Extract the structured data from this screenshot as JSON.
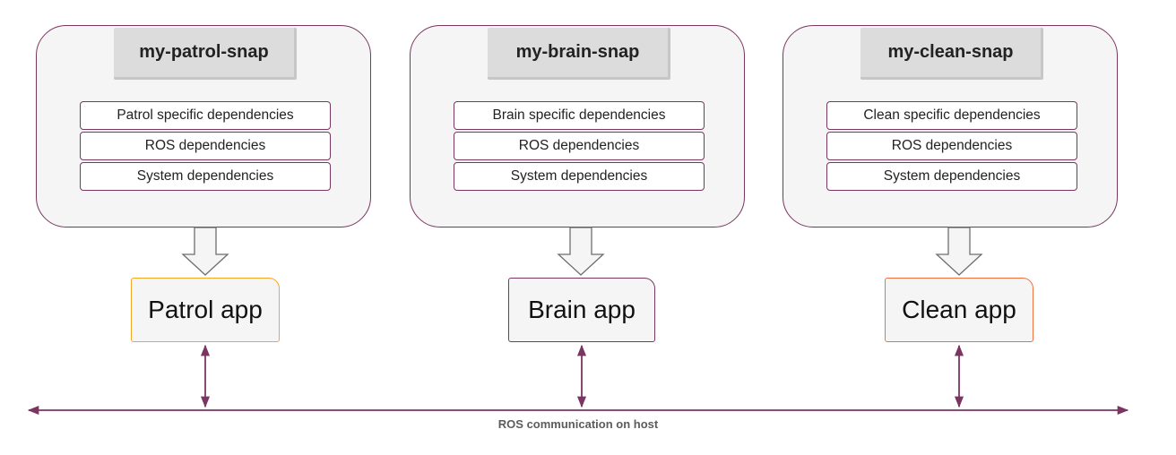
{
  "snaps": [
    {
      "title": "my-patrol-snap",
      "deps": [
        "Patrol specific dependencies",
        "ROS dependencies",
        "System dependencies"
      ]
    },
    {
      "title": "my-brain-snap",
      "deps": [
        "Brain specific dependencies",
        "ROS dependencies",
        "System dependencies"
      ]
    },
    {
      "title": "my-clean-snap",
      "deps": [
        "Clean specific dependencies",
        "ROS dependencies",
        "System dependencies"
      ]
    }
  ],
  "apps": [
    {
      "label": "Patrol app",
      "border_color": "#f5a623"
    },
    {
      "label": "Brain app",
      "border_color": "#7a3560"
    },
    {
      "label": "Clean app",
      "border_color": "#f07040"
    }
  ],
  "bus": {
    "label": "ROS communication on host"
  },
  "colors": {
    "line": "#7a3560",
    "box_fill": "#f6f5f6",
    "title_fill": "#dcdcdc"
  }
}
